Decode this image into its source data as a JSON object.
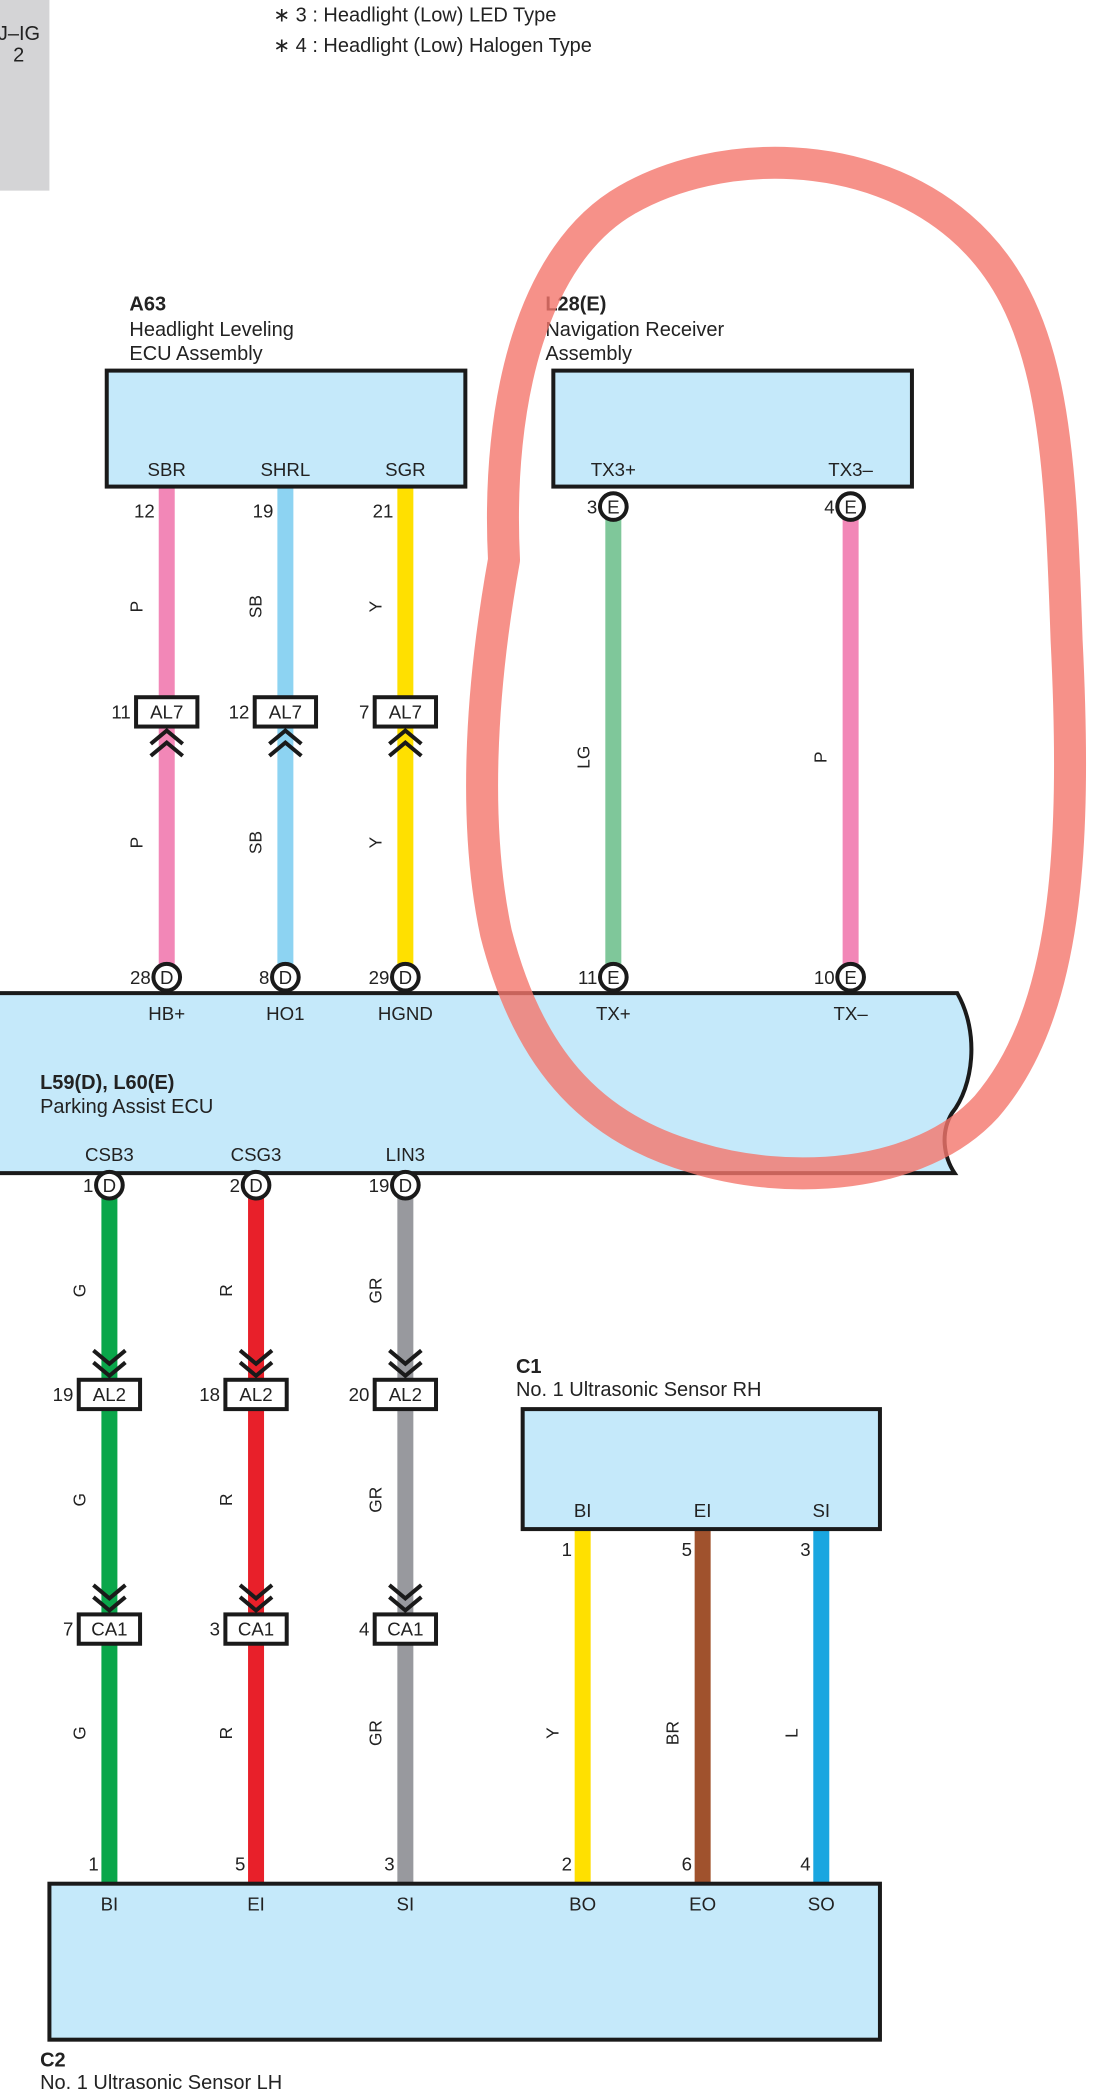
{
  "side_tab": {
    "line1": "J–IG",
    "line2": "2"
  },
  "notes": [
    "∗ 3 : Headlight (Low) LED Type",
    "∗ 4 : Headlight (Low) Halogen Type"
  ],
  "a63": {
    "code": "A63",
    "name1": "Headlight Leveling",
    "name2": "ECU Assembly",
    "pins": [
      {
        "name": "SBR",
        "num": "12"
      },
      {
        "name": "SHRL",
        "num": "19"
      },
      {
        "name": "SGR",
        "num": "21"
      }
    ]
  },
  "l28": {
    "code": "L28(E)",
    "name1": "Navigation Receiver",
    "name2": "Assembly",
    "pins": [
      {
        "name": "TX3+",
        "num": "3",
        "conn": "E"
      },
      {
        "name": "TX3–",
        "num": "4",
        "conn": "E"
      }
    ]
  },
  "al7": [
    {
      "num": "11",
      "label": "AL7"
    },
    {
      "num": "12",
      "label": "AL7"
    },
    {
      "num": "7",
      "label": "AL7"
    }
  ],
  "wires_top": [
    {
      "code": "P",
      "color": "#f287b7"
    },
    {
      "code": "SB",
      "color": "#8dd3f2"
    },
    {
      "code": "Y",
      "color": "#ffe000"
    },
    {
      "code": "LG",
      "color": "#7fc79a"
    },
    {
      "code": "P",
      "color": "#f287b7"
    }
  ],
  "ecu": {
    "code": "L59(D), L60(E)",
    "name": "Parking Assist ECU",
    "top_pins": [
      {
        "name": "HB+",
        "num": "28",
        "conn": "D"
      },
      {
        "name": "HO1",
        "num": "8",
        "conn": "D"
      },
      {
        "name": "HGND",
        "num": "29",
        "conn": "D"
      },
      {
        "name": "TX+",
        "num": "11",
        "conn": "E"
      },
      {
        "name": "TX–",
        "num": "10",
        "conn": "E"
      }
    ],
    "bottom_pins": [
      {
        "name": "CSB3",
        "num": "1",
        "conn": "D"
      },
      {
        "name": "CSG3",
        "num": "2",
        "conn": "D"
      },
      {
        "name": "LIN3",
        "num": "19",
        "conn": "D"
      }
    ]
  },
  "wires_bottom": [
    {
      "code": "G",
      "color": "#0aa64a"
    },
    {
      "code": "R",
      "color": "#e8202a"
    },
    {
      "code": "GR",
      "color": "#98999e"
    },
    {
      "code": "Y",
      "color": "#ffe000"
    },
    {
      "code": "BR",
      "color": "#a0522d"
    },
    {
      "code": "L",
      "color": "#1aa6e0"
    }
  ],
  "al2": [
    {
      "num": "19",
      "label": "AL2"
    },
    {
      "num": "18",
      "label": "AL2"
    },
    {
      "num": "20",
      "label": "AL2"
    }
  ],
  "ca1": [
    {
      "num": "7",
      "label": "CA1"
    },
    {
      "num": "3",
      "label": "CA1"
    },
    {
      "num": "4",
      "label": "CA1"
    }
  ],
  "c1": {
    "code": "C1",
    "name": "No.  1 Ultrasonic Sensor RH",
    "pins": [
      {
        "name": "BI",
        "num": "1"
      },
      {
        "name": "EI",
        "num": "5"
      },
      {
        "name": "SI",
        "num": "3"
      }
    ]
  },
  "c2": {
    "code": "C2",
    "name": "No.  1 Ultrasonic Sensor LH",
    "pins": [
      {
        "name": "BI",
        "num": "1"
      },
      {
        "name": "EI",
        "num": "5"
      },
      {
        "name": "SI",
        "num": "3"
      },
      {
        "name": "BO",
        "num": "2"
      },
      {
        "name": "EO",
        "num": "6"
      },
      {
        "name": "SO",
        "num": "4"
      }
    ]
  },
  "annotation": {
    "color": "#f4756b"
  }
}
